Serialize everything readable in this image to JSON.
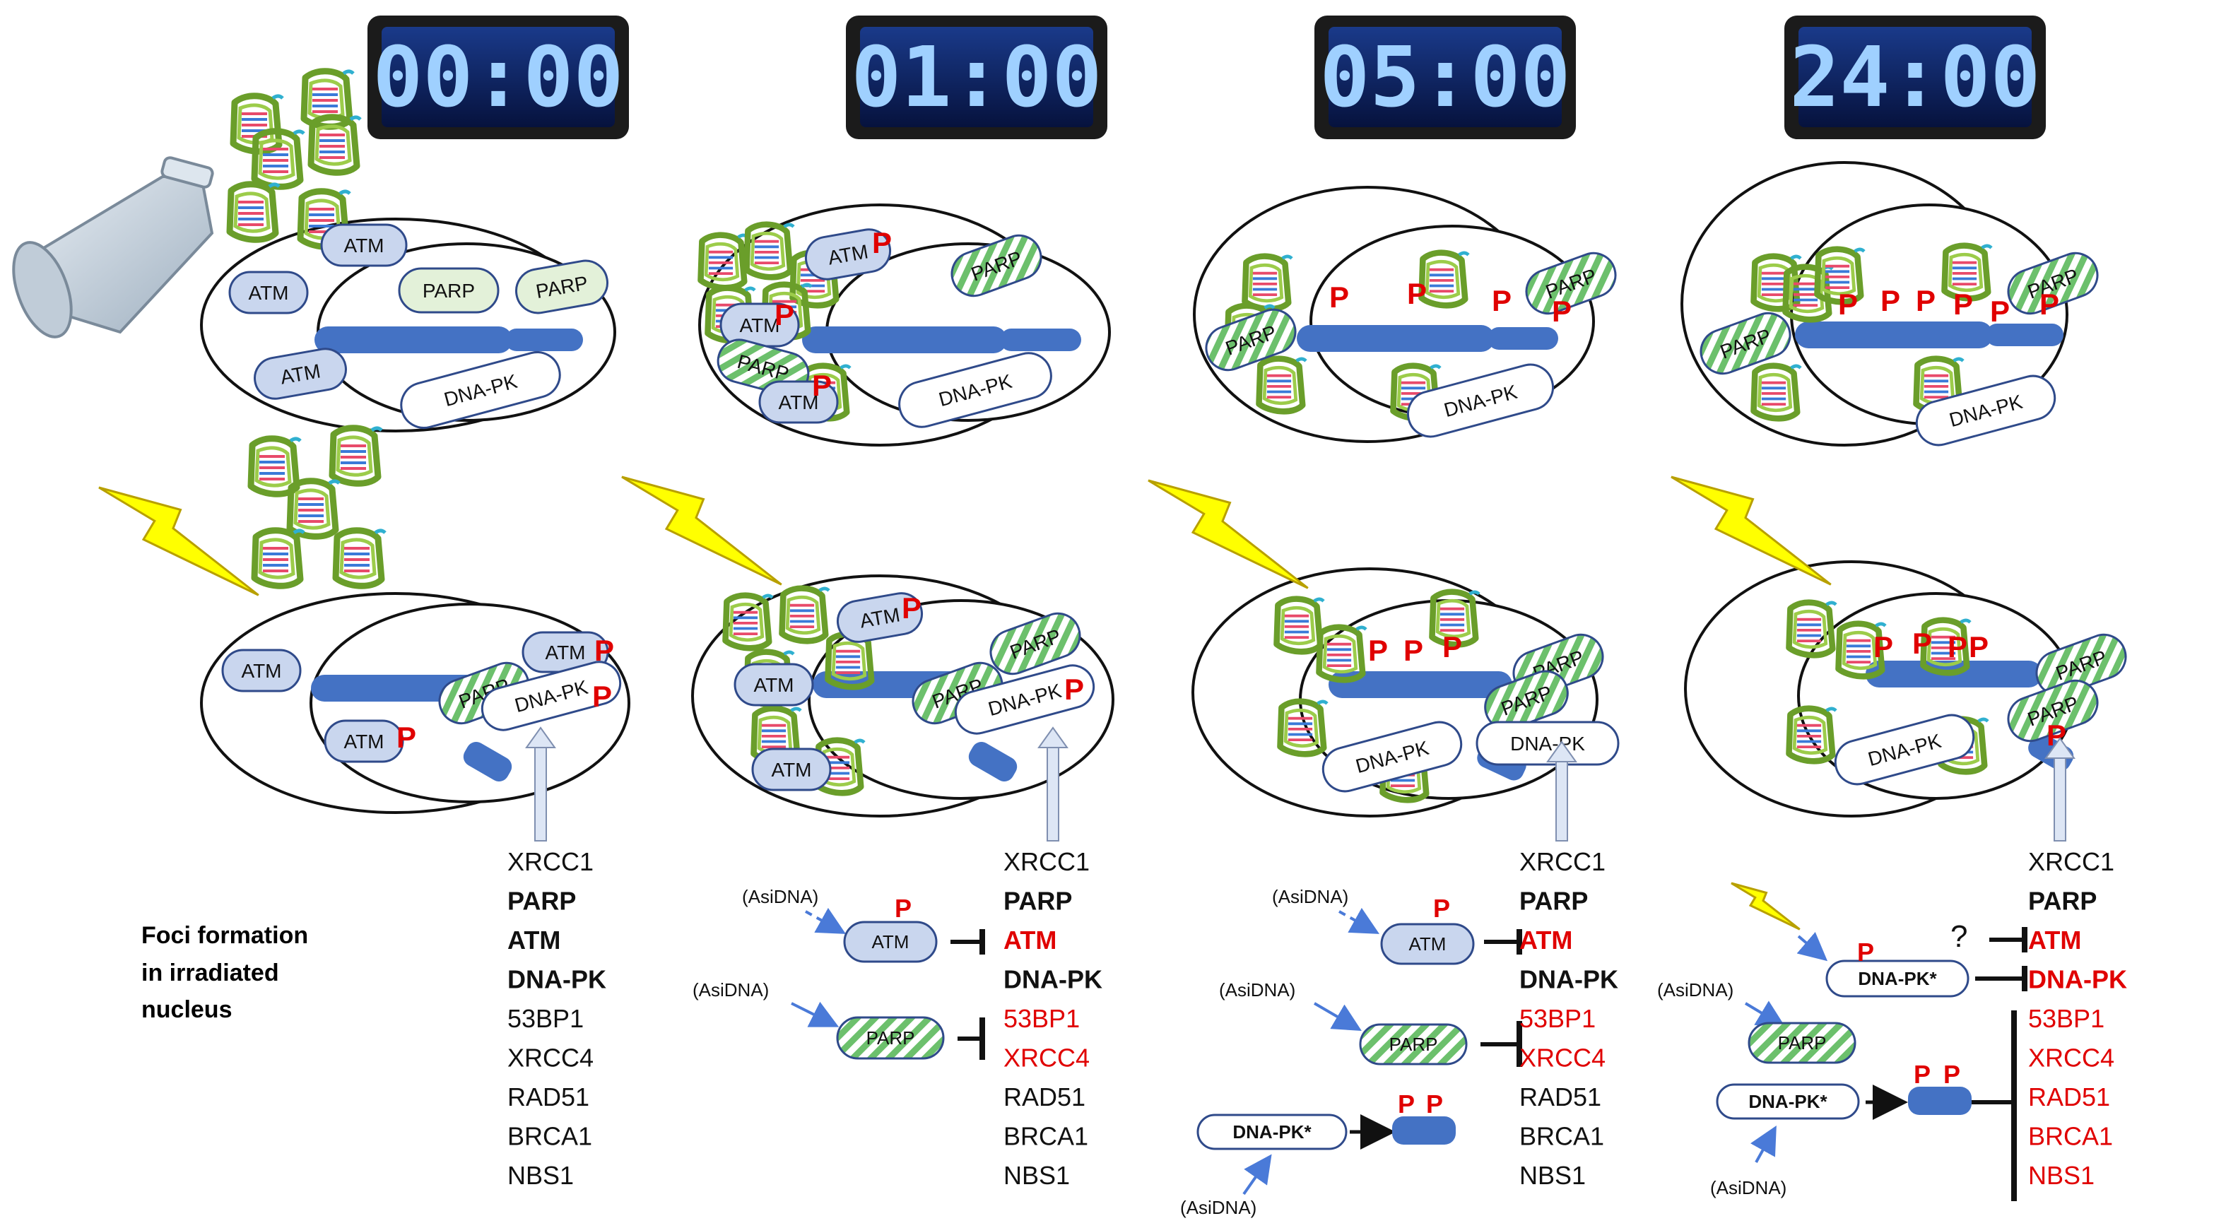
{
  "colors": {
    "cell_outline": "#111111",
    "chromosome": "#4472c4",
    "atm_fill": "#c9d6ee",
    "parp_stripe": "#6cc06c",
    "phospho": "#e00000",
    "clock_bg": "#0a1a55",
    "clock_digit": "#9fd0ff",
    "bolt": "#ffff00",
    "arrow_blue": "#4a7ad8",
    "text_red": "#e00000"
  },
  "clocks": [
    "00:00",
    "01:00",
    "05:00",
    "24:00"
  ],
  "protein_labels": {
    "atm": "ATM",
    "parp": "PARP",
    "dnapk": "DNA-PK",
    "dnapk_star": "DNA-PK*",
    "phospho": "P"
  },
  "foci_caption": [
    "Foci formation",
    "in irradiated",
    "nucleus"
  ],
  "asidna_label": "(AsiDNA)",
  "question_mark": "?",
  "foci_lists": [
    {
      "panel": "00:00",
      "items": [
        {
          "text": "XRCC1",
          "bold": false,
          "red": false
        },
        {
          "text": "PARP",
          "bold": true,
          "red": false
        },
        {
          "text": "ATM",
          "bold": true,
          "red": false
        },
        {
          "text": "DNA-PK",
          "bold": true,
          "red": false
        },
        {
          "text": "53BP1",
          "bold": false,
          "red": false
        },
        {
          "text": "XRCC4",
          "bold": false,
          "red": false
        },
        {
          "text": "RAD51",
          "bold": false,
          "red": false
        },
        {
          "text": "BRCA1",
          "bold": false,
          "red": false
        },
        {
          "text": "NBS1",
          "bold": false,
          "red": false
        }
      ]
    },
    {
      "panel": "01:00",
      "items": [
        {
          "text": "XRCC1",
          "bold": false,
          "red": false
        },
        {
          "text": "PARP",
          "bold": true,
          "red": false
        },
        {
          "text": "ATM",
          "bold": true,
          "red": true
        },
        {
          "text": "DNA-PK",
          "bold": true,
          "red": false
        },
        {
          "text": "53BP1",
          "bold": false,
          "red": true
        },
        {
          "text": "XRCC4",
          "bold": false,
          "red": true
        },
        {
          "text": "RAD51",
          "bold": false,
          "red": false
        },
        {
          "text": "BRCA1",
          "bold": false,
          "red": false
        },
        {
          "text": "NBS1",
          "bold": false,
          "red": false
        }
      ]
    },
    {
      "panel": "05:00",
      "items": [
        {
          "text": "XRCC1",
          "bold": false,
          "red": false
        },
        {
          "text": "PARP",
          "bold": true,
          "red": false
        },
        {
          "text": "ATM",
          "bold": true,
          "red": true
        },
        {
          "text": "DNA-PK",
          "bold": true,
          "red": false
        },
        {
          "text": "53BP1",
          "bold": false,
          "red": true
        },
        {
          "text": "XRCC4",
          "bold": false,
          "red": true
        },
        {
          "text": "RAD51",
          "bold": false,
          "red": false
        },
        {
          "text": "BRCA1",
          "bold": false,
          "red": false
        },
        {
          "text": "NBS1",
          "bold": false,
          "red": false
        }
      ]
    },
    {
      "panel": "24:00",
      "items": [
        {
          "text": "XRCC1",
          "bold": false,
          "red": false
        },
        {
          "text": "PARP",
          "bold": true,
          "red": false
        },
        {
          "text": "ATM",
          "bold": true,
          "red": true
        },
        {
          "text": "DNA-PK",
          "bold": true,
          "red": true
        },
        {
          "text": "53BP1",
          "bold": false,
          "red": true
        },
        {
          "text": "XRCC4",
          "bold": false,
          "red": true
        },
        {
          "text": "RAD51",
          "bold": false,
          "red": true
        },
        {
          "text": "BRCA1",
          "bold": false,
          "red": true
        },
        {
          "text": "NBS1",
          "bold": false,
          "red": true
        }
      ]
    }
  ]
}
